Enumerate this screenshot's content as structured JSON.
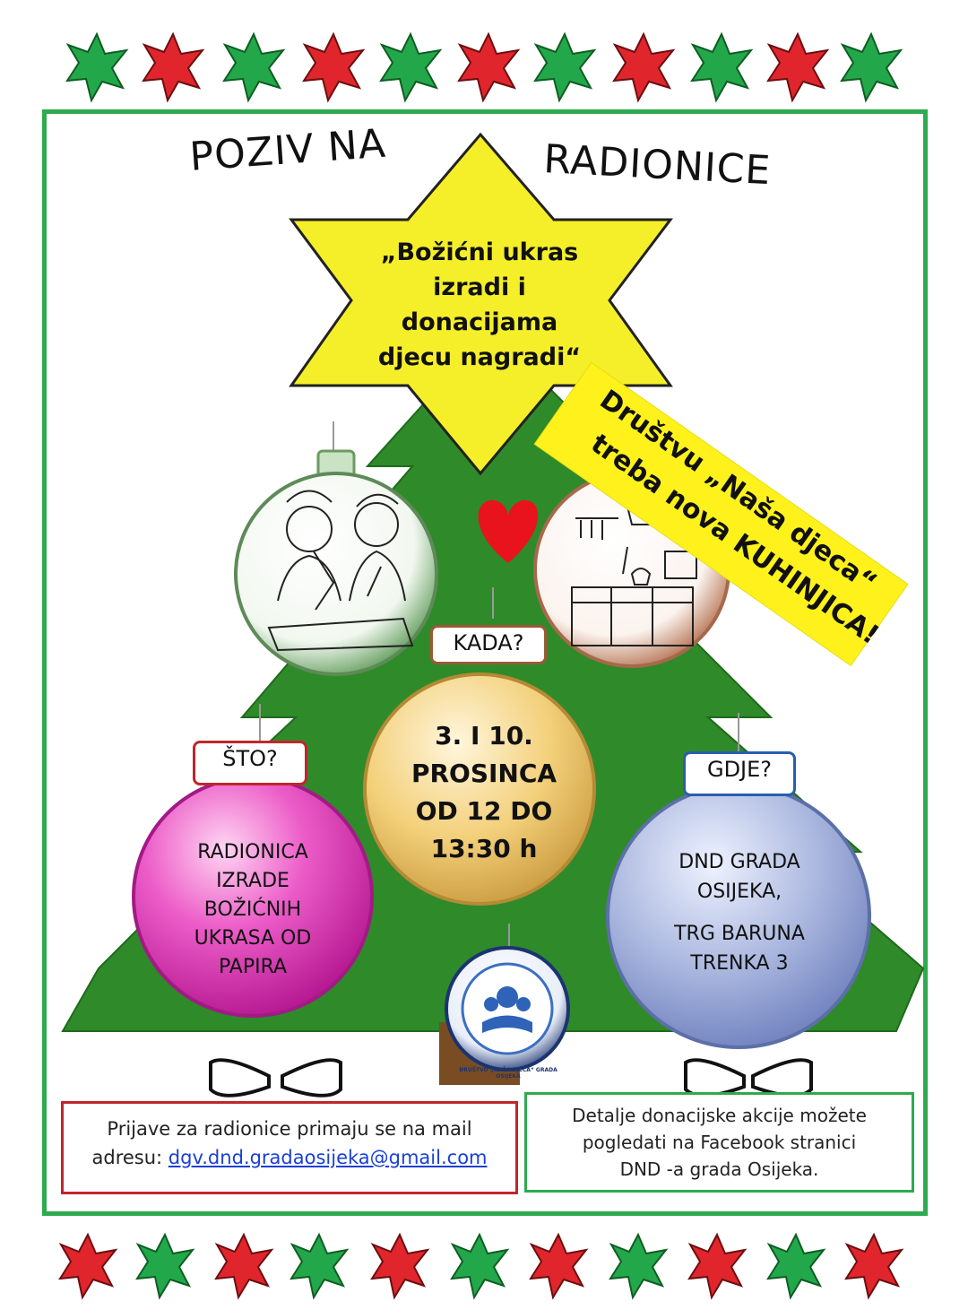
{
  "header": {
    "title_left": "POZIV NA",
    "title_right": "RADIONICE"
  },
  "star": {
    "line1": "„Božićni ukras",
    "line2": "izradi i",
    "line3": "donacijama",
    "line4": "djecu nagradi“"
  },
  "banner": {
    "line1": "Društvu „Naša djeca“",
    "line2": "treba nova KUHINJICA!"
  },
  "tags": {
    "kada": "KADA?",
    "sto": "ŠTO?",
    "gdje": "GDJE?"
  },
  "balls": {
    "middle": {
      "line1": "3.  I  10.",
      "line2": "PROSINCA",
      "line3": "OD 12 DO",
      "line4": "13:30 h"
    },
    "left": {
      "line1": "RADIONICA",
      "line2": "IZRADE",
      "line3": "BOŽIĆNIH",
      "line4": "UKRASA OD",
      "line5": "PAPIRA"
    },
    "right": {
      "line1": "DND GRADA",
      "line2": "OSIJEKA,",
      "line3": "TRG BARUNA",
      "line4": "TRENKA 3"
    },
    "logo": {
      "text": "DRUŠTVO „NAŠA DJECA“ GRADA OSIJEKA"
    }
  },
  "notes": {
    "left_line1": "Prijave za radionice primaju se na mail",
    "left_prefix": "adresu: ",
    "email": "dgv.dnd.gradaosijeka@gmail.com",
    "right_line1": "Detalje donacijske akcije možete",
    "right_line2": "pogledati na Facebook stranici",
    "right_line3": "DND -a grada Osijeka."
  },
  "colors": {
    "green": "#2eaa4f",
    "red": "#e0262c",
    "tree": "#2f8a2a",
    "star": "#f5ef2a",
    "frame": "#2eaa4f"
  },
  "icons": {
    "heart": "heart-icon",
    "star": "star-icon",
    "ornament": "ornament-icon"
  }
}
